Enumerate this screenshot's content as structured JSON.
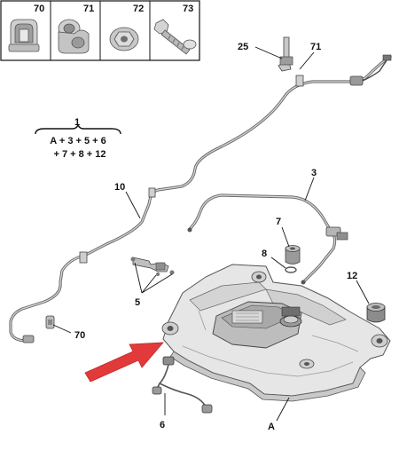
{
  "parts_box": {
    "cells": [
      {
        "ref": "70",
        "icon": "clip-icon"
      },
      {
        "ref": "71",
        "icon": "double-clip-icon"
      },
      {
        "ref": "72",
        "icon": "nut-washer-icon"
      },
      {
        "ref": "73",
        "icon": "screw-icon"
      }
    ]
  },
  "assembly": {
    "ref": "1",
    "line1": "A + 3 + 5 + 6",
    "line2": "+ 7 + 8 + 12"
  },
  "callouts": {
    "c25": "25",
    "c71": "71",
    "c3": "3",
    "c10": "10",
    "c7": "7",
    "c8": "8",
    "c12": "12",
    "c5": "5",
    "c70": "70",
    "c6": "6",
    "cA": "A"
  },
  "colors": {
    "arrow": "#e23a3a",
    "tank_fill": "#e6e6e6",
    "tank_shade": "#c9c9c9",
    "pipe": "#6d6d6d"
  }
}
